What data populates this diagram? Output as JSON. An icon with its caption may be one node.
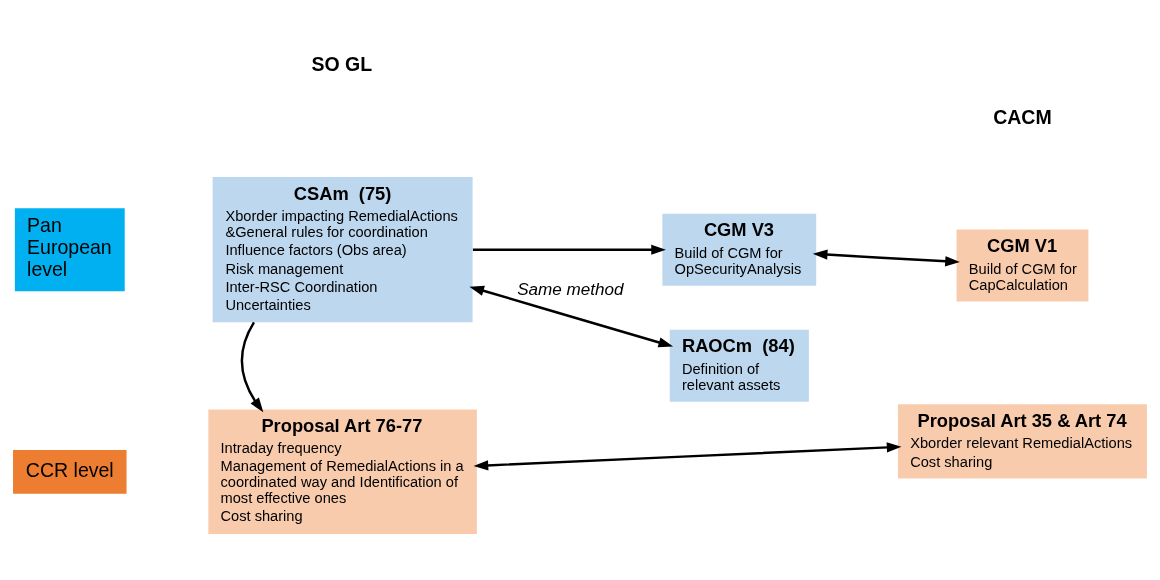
{
  "diagram": {
    "nodes": [
      {
        "text": [
          "Pan European level"
        ]
      },
      {
        "text": [
          "CCR level"
        ]
      },
      {
        "text": [
          "CSAm  (75)",
          "Xborder impacting RemedialActions &General rules for coordination",
          "Influence factors (Obs area)",
          "Risk management",
          "Inter-RSC Coordination",
          "Uncertainties"
        ]
      },
      {
        "text": [
          "CGM V3",
          "Build of CGM for OpSecurityAnalysis"
        ]
      },
      {
        "text": [
          "RAOCm  (84)",
          "Definition of relevant assets"
        ]
      },
      {
        "text": [
          "CGM V1",
          "Build of CGM for CapCalculation"
        ]
      },
      {
        "text": [
          "Proposal Art 76-77",
          "Intraday frequency",
          "Management of RemedialActions in a coordinated way and Identification of most effective ones",
          "Cost sharing"
        ]
      },
      {
        "text": [
          "Proposal Art 35 & Art 74",
          "Xborder relevant RemedialActions",
          "Cost sharing"
        ]
      }
    ],
    "edges": [
      {
        "from": 2,
        "to": 3,
        "arrow": "to"
      },
      {
        "from": 3,
        "to": 5,
        "arrow": "both"
      },
      {
        "from": 2,
        "to": 4,
        "label": "Same method",
        "arrow": "both"
      },
      {
        "from": 2,
        "to": 6,
        "arrow": "to"
      },
      {
        "from": 6,
        "to": 7,
        "arrow": "both"
      }
    ],
    "labels": [
      "SO GL",
      "CACM"
    ]
  }
}
